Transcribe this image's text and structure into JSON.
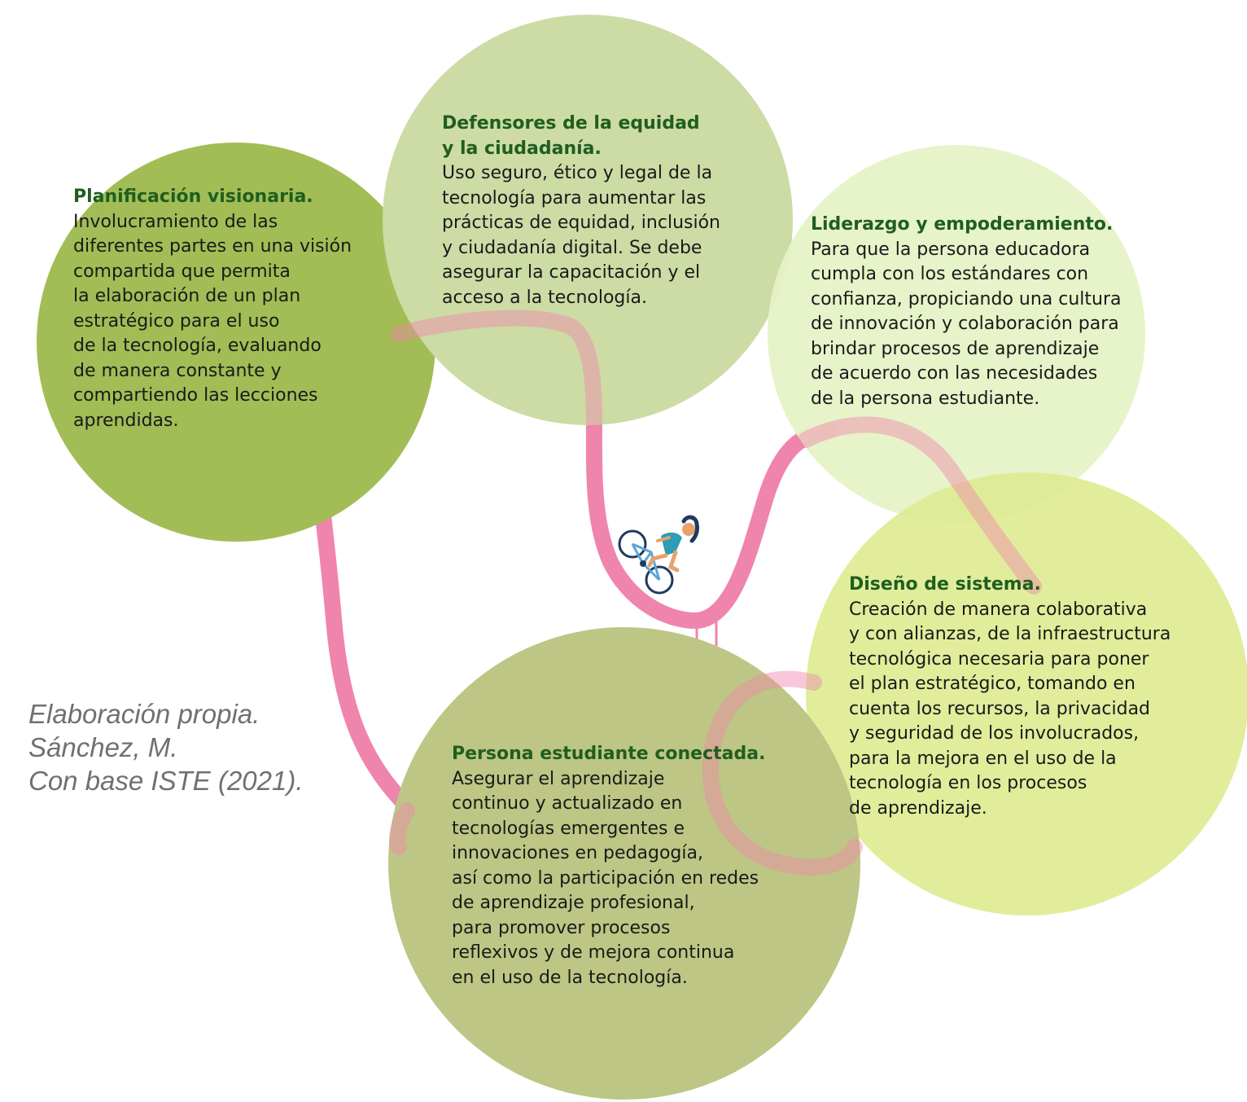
{
  "colors": {
    "circle_planificacion": "#a2bd55",
    "circle_defensores": "#cddba5",
    "circle_liderazgo": "#e6f2c6",
    "circle_diseno": "#deeb93",
    "circle_persona": "#bdc684",
    "path": "#ef84ac",
    "title_text": "#1f5e1f",
    "credit_text": "#707070"
  },
  "icons": {
    "cyclist": "cyclist-icon"
  },
  "blocks": {
    "planificacion": {
      "title": "Planificación visionaria.",
      "lines": [
        "Involucramiento de las",
        "diferentes partes en una visión",
        "compartida que permita",
        "la elaboración de un plan",
        "estratégico para el uso",
        "de la tecnología, evaluando",
        "de manera constante y",
        "compartiendo las lecciones",
        "aprendidas."
      ]
    },
    "defensores": {
      "title_lines": [
        "Defensores de la equidad",
        "y la ciudadanía."
      ],
      "lines": [
        "Uso seguro, ético y legal de la",
        "tecnología para aumentar las",
        "prácticas de equidad, inclusión",
        "y ciudadanía digital. Se debe",
        "asegurar la capacitación y el",
        "acceso a la tecnología."
      ]
    },
    "liderazgo": {
      "title": "Liderazgo y empoderamiento.",
      "lines": [
        "Para que la persona educadora",
        "cumpla con los estándares con",
        "confianza, propiciando una cultura",
        "de innovación y colaboración para",
        "brindar procesos de aprendizaje",
        "de acuerdo con las necesidades",
        "de la persona estudiante."
      ]
    },
    "diseno": {
      "title": "Diseño de sistema.",
      "lines": [
        "Creación de manera colaborativa",
        "y con alianzas, de la infraestructura",
        "tecnológica necesaria para poner",
        "el plan estratégico, tomando en",
        "cuenta los recursos, la privacidad",
        "y seguridad de los involucrados,",
        "para la mejora en el uso de la",
        "tecnología en los procesos",
        "de aprendizaje."
      ]
    },
    "persona": {
      "title": "Persona estudiante conectada.",
      "lines": [
        "Asegurar el aprendizaje",
        "continuo y actualizado en",
        "tecnologías emergentes e",
        "innovaciones en pedagogía,",
        "así como la participación en redes",
        "de aprendizaje profesional,",
        "para promover procesos",
        "reflexivos y de mejora continua",
        "en el uso de la tecnología."
      ]
    }
  },
  "credit": {
    "lines": [
      "Elaboración propia.",
      "Sánchez, M.",
      "Con base ISTE (2021)."
    ]
  }
}
